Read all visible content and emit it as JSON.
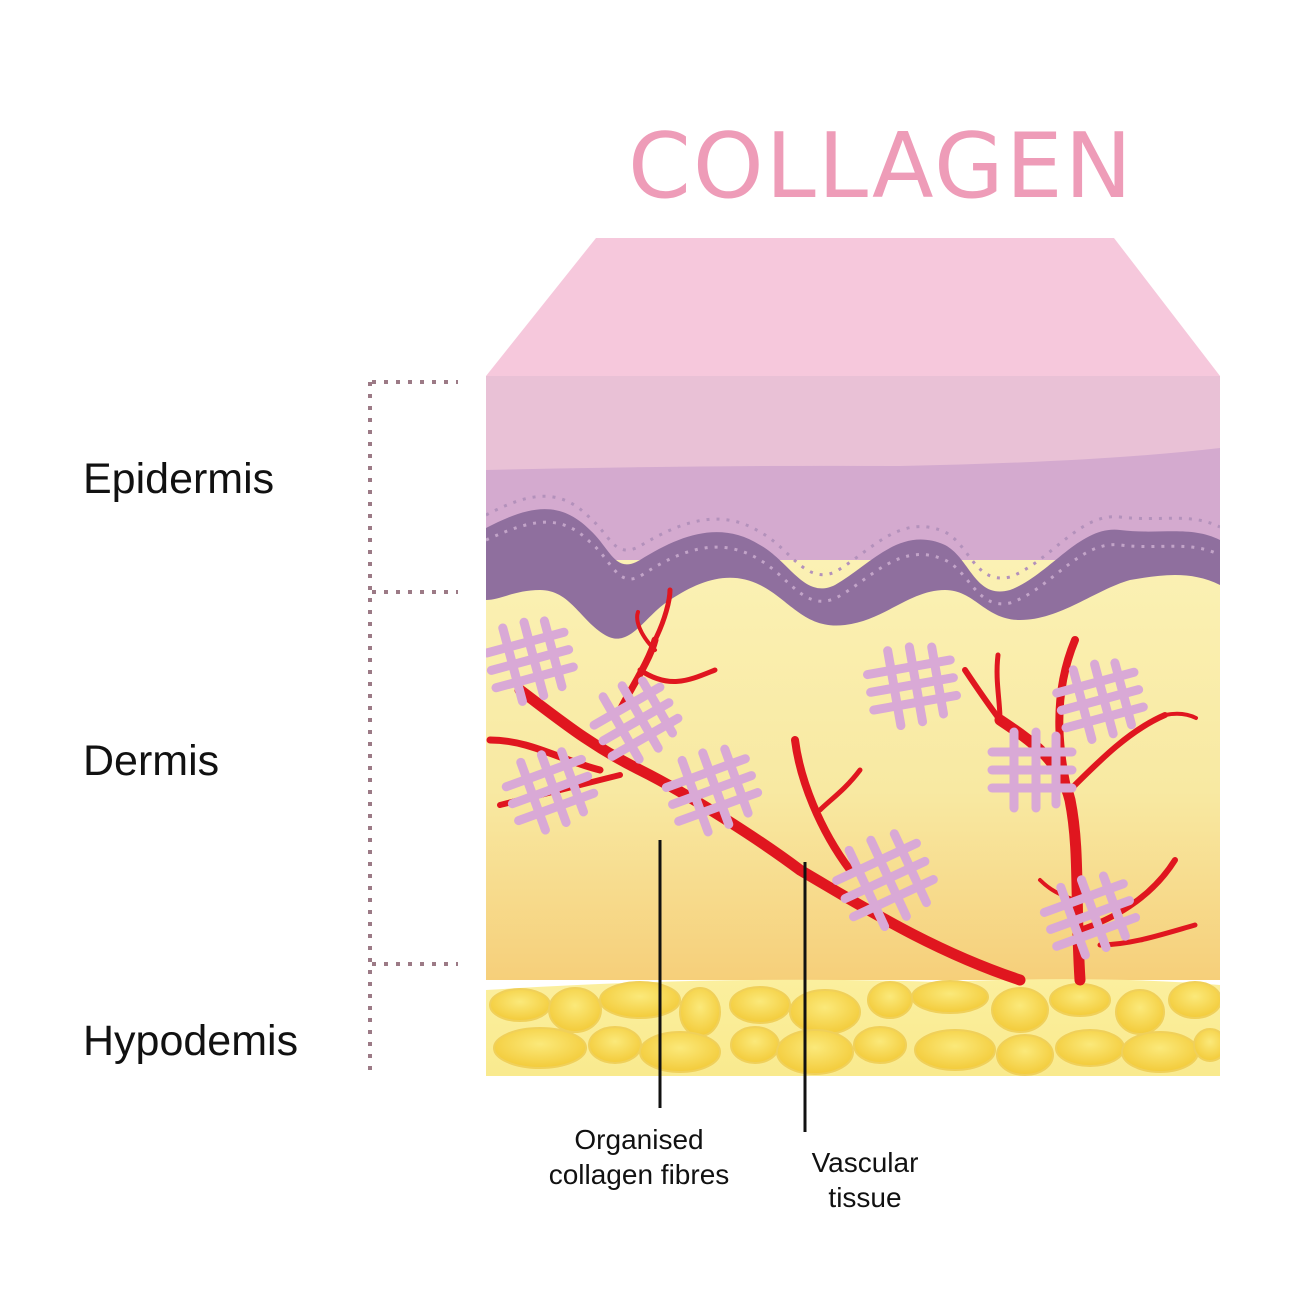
{
  "title": "COLLAGEN",
  "layers": {
    "epidermis": "Epidermis",
    "dermis": "Dermis",
    "hypodermis": "Hypodemis"
  },
  "callouts": {
    "collagen_line1": "Organised",
    "collagen_line2": "collagen fibres",
    "vascular_line1": "Vascular",
    "vascular_line2": "tissue"
  },
  "colors": {
    "title": "#ee9cb8",
    "skin_top": "#f6c8dc",
    "epidermis_upper": "#e8c0d6",
    "epidermis_lower": "#d2a8cf",
    "basal_layer": "#8f6f9e",
    "dermis": "#f8eaa6",
    "fat_cells": "#f7d64a",
    "blood_vessel": "#e0161f",
    "collagen_fibre": "#d9a9d6",
    "bracket": "#9c7a86"
  }
}
